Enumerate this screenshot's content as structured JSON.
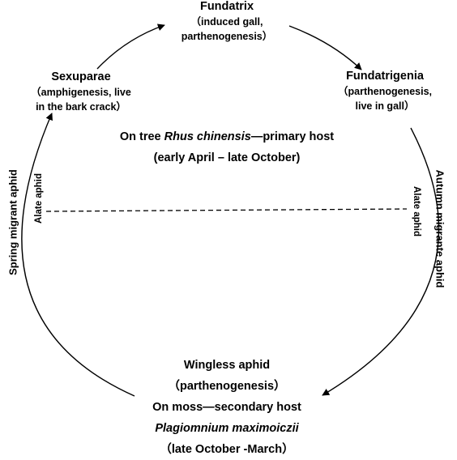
{
  "nodes": {
    "fundatrix": {
      "title": "Fundatrix",
      "line1": "（induced gall,",
      "line2": "parthenogenesis）"
    },
    "fundatrigenia": {
      "title": "Fundatrigenia",
      "line1": "（parthenogenesis,",
      "line2": "live in gall）"
    },
    "sexuparae": {
      "title": "Sexuparae",
      "line1": "（amphigenesis, live",
      "line2": "in the bark crack）"
    },
    "wingless": {
      "title": "Wingless aphid",
      "line1": "（parthenogenesis）",
      "line2": "On moss—secondary host",
      "species": "Plagiomnium maximoiczii",
      "period": "（late October -March）"
    }
  },
  "primary_host": {
    "prefix": "On tree ",
    "species": "Rhus chinensis",
    "suffix": "—primary host",
    "period": "(early April – late October)"
  },
  "side_labels": {
    "spring": "Spring migrant aphid",
    "autumn": "Autumn migrante aphid",
    "alate_left": "Alate aphid",
    "alate_right": "Alate aphid"
  }
}
